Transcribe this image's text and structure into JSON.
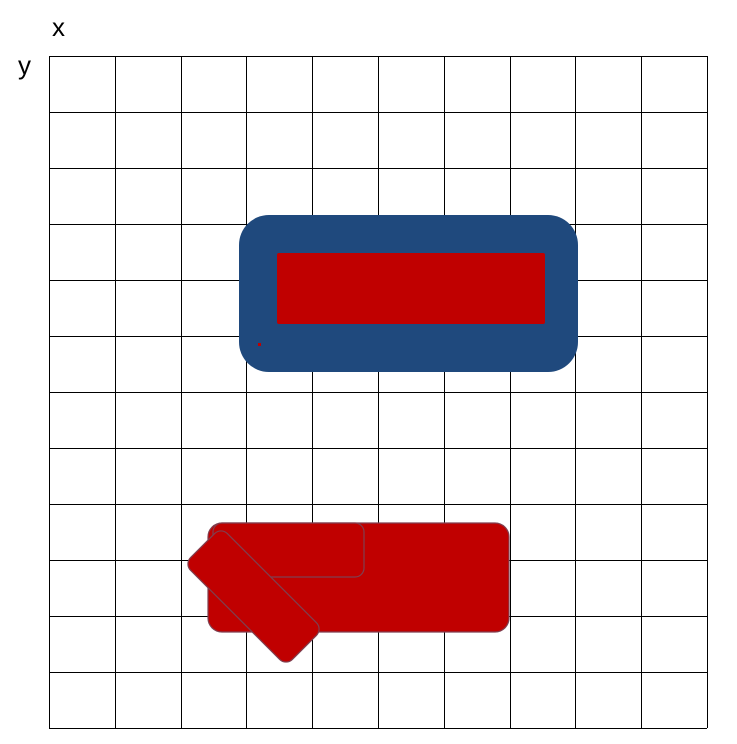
{
  "axes": {
    "x_label": "x",
    "y_label": "y"
  },
  "grid": {
    "visible": true,
    "columns": 10,
    "rows": 12,
    "line_color": "#000000"
  },
  "colors": {
    "blue_frame": "#1F497D",
    "red_fill": "#C00000",
    "shape_outline": "#7F3F4F"
  }
}
